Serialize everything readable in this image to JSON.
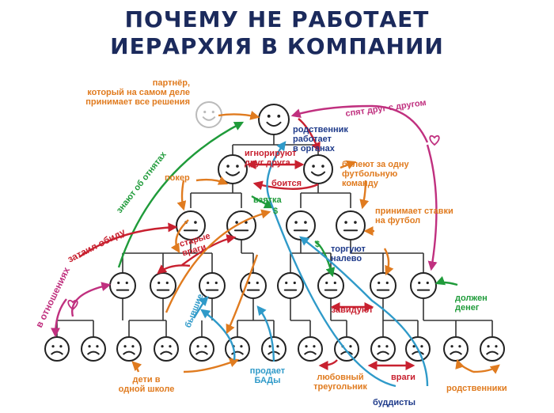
{
  "title": {
    "line1": "ПОЧЕМУ НЕ РАБОТАЕТ",
    "line2": "ИЕРАРХИЯ В КОМПАНИИ"
  },
  "colors": {
    "title": "#1b2a5c",
    "tree_line": "#333333",
    "orange": "#e07b1f",
    "red": "#c8202f",
    "green": "#1f9b3a",
    "blue": "#2f9ac9",
    "pink": "#c0307f",
    "dark_blue": "#1e3a8a",
    "partner_face": "#bbbbbb"
  },
  "icons": {
    "happy": "smiling-face-icon",
    "neutral": "neutral-face-icon",
    "sad": "sad-face-icon",
    "heart": "heart-icon",
    "dollar": "dollar-sign-icon"
  },
  "labels": {
    "partner": [
      "партнёр,",
      "который на самом деле",
      "принимает все решения"
    ],
    "sleep_together": "спят друг с другом",
    "relative_works": [
      "родственник",
      "работает",
      "в органах"
    ],
    "ignore": [
      "игнорируют",
      "друг друга"
    ],
    "afraid": "боится",
    "football": [
      "болеют за одну",
      "футбольную",
      "команду"
    ],
    "poker": "покер",
    "know_about_affairs": "знают об отнятах",
    "bribe": "взятка",
    "bets": [
      "принимает ставки",
      "на футбол"
    ],
    "grudge": "затаил обиду",
    "old_enemies": [
      "старые",
      "враги"
    ],
    "trade_left": [
      "торгуют",
      "налево"
    ],
    "relationship": "в отношениях",
    "former": "бывшие",
    "envies": "завидуют",
    "owes_money": [
      "должен",
      "денег"
    ],
    "same_school": [
      "дети в",
      "одной школе"
    ],
    "sells_supplements": [
      "продает",
      "БАДы"
    ],
    "love_triangle": [
      "любовный",
      "треугольник"
    ],
    "enemies": "враги",
    "buddhists": "буддисты",
    "relatives": "родственники",
    "dollar_sign": "$"
  }
}
